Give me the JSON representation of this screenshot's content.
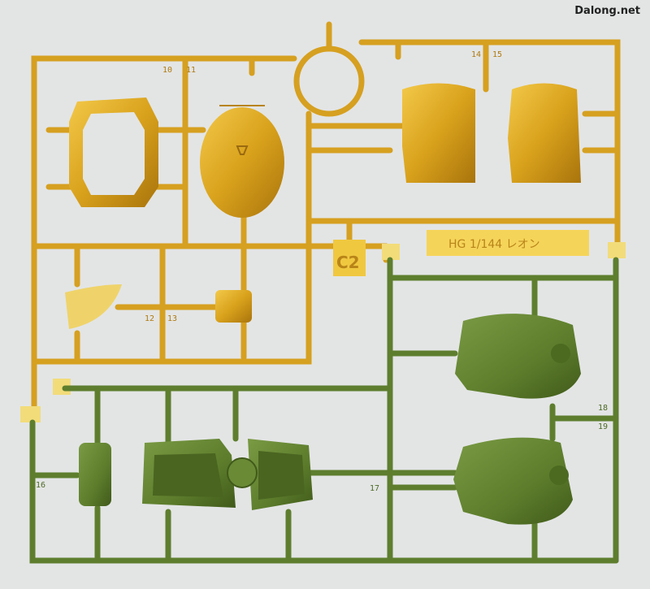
{
  "watermark": "Dalong.net",
  "sprue": {
    "name_plate": "HG 1/144 レオン",
    "sprue_id": "C2",
    "colors": {
      "gold": "#d9a21c",
      "green": "#5d7d2c",
      "background": "#e3e5e5"
    },
    "part_numbers": [
      "10",
      "11",
      "12",
      "13",
      "14",
      "15",
      "16",
      "17",
      "18",
      "19"
    ]
  }
}
